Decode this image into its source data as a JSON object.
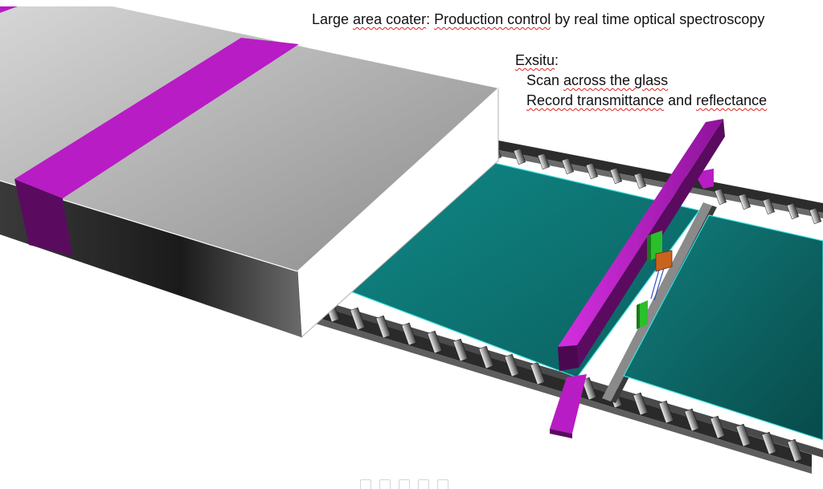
{
  "title": {
    "prefix": "Large ",
    "underlined_1": "area coater",
    "middle": ": ",
    "underlined_2": "Production control",
    "suffix": " by real time optical spectroscopy"
  },
  "exsitu": {
    "heading_underlined": "Exsitu",
    "heading_suffix": ":",
    "line1_prefix": "Scan ",
    "line1_underlined": "across the glass",
    "line2_underlined_1": "Record transmittance",
    "line2_middle": " and ",
    "line2_underlined_2": "reflectance"
  },
  "colors": {
    "coater_top_light": "#d4d4d4",
    "coater_top_dark": "#8e8e8e",
    "coater_side_dark": "#1c1c1c",
    "coater_front": "#ffffff",
    "magenta_band": "#b81cc4",
    "magenta_dark": "#5a0b60",
    "glass_teal": "#127a78",
    "glass_edge": "#3fe0e0",
    "rail_dark": "#2c2c2c",
    "roller_light": "#e6e6e6",
    "sensor_green": "#2bbf2b",
    "source_orange": "#c8641e"
  },
  "icons": [
    "viewer-control-icon",
    "zoom-icon",
    "move-icon",
    "rotate-icon",
    "fit-icon"
  ]
}
